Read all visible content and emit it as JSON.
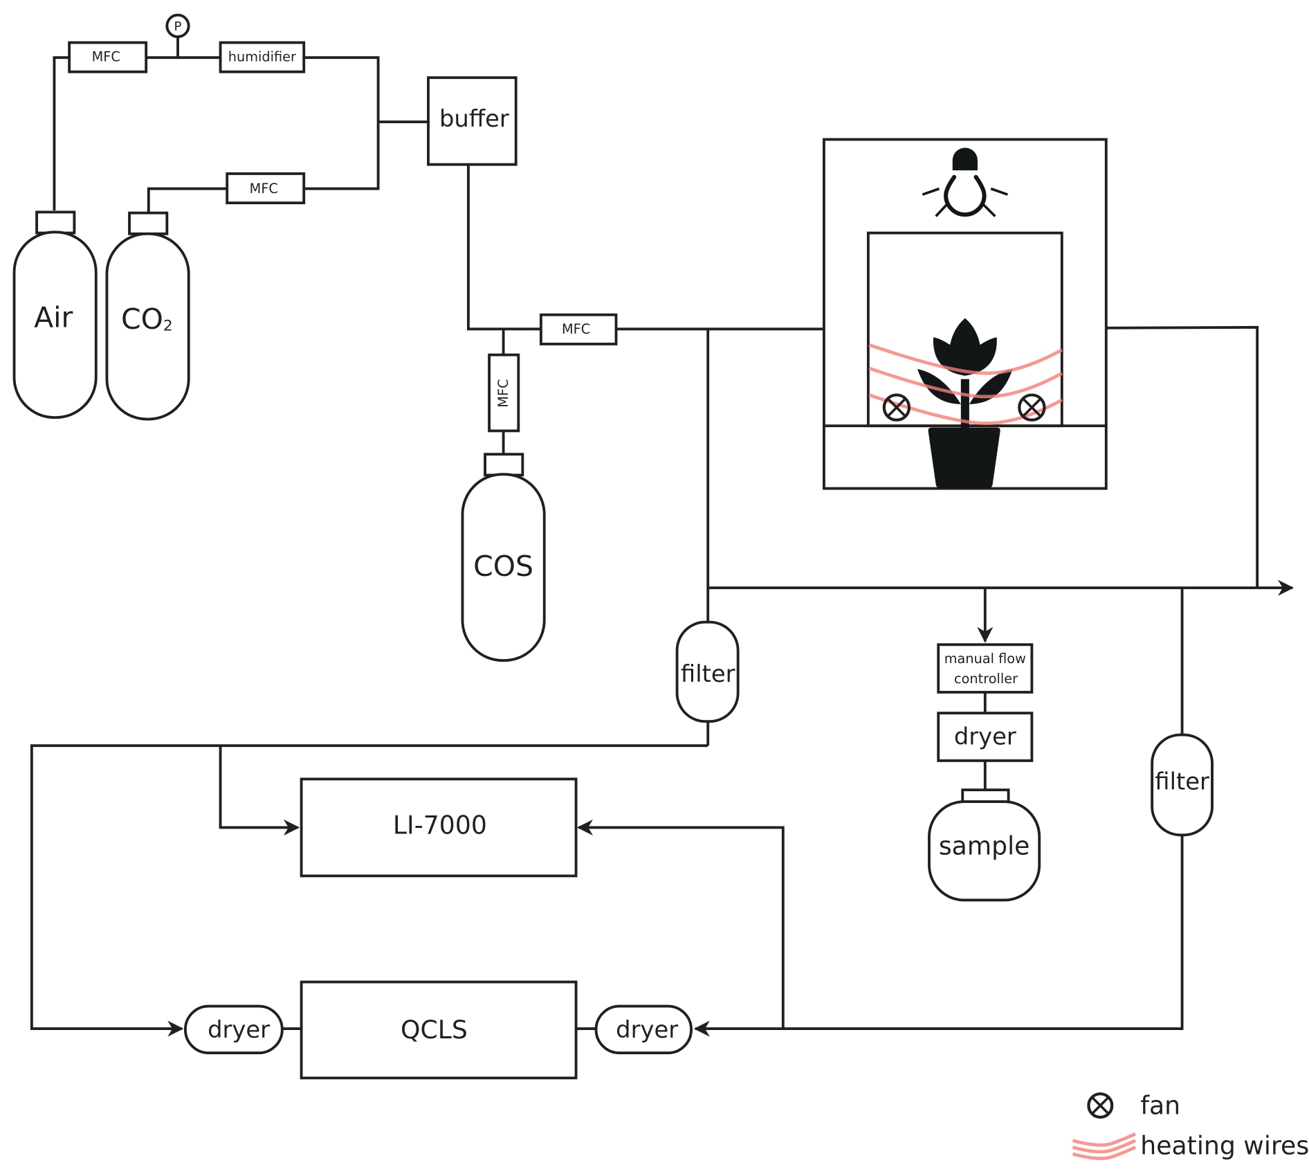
{
  "title": "Gas exchange measurement setup schematic",
  "sources": {
    "air": "Air",
    "co2": "CO",
    "co2_sub": "2",
    "cos": "COS"
  },
  "components": {
    "mfc_air": "MFC",
    "pressure_gauge": "P",
    "humidifier": "humidifier",
    "mfc_co2": "MFC",
    "buffer": "buffer",
    "mfc_main": "MFC",
    "mfc_cos": "MFC",
    "filter_left": "filter",
    "filter_right": "filter",
    "manual_flow_controller_line1": "manual flow",
    "manual_flow_controller_line2": "controller",
    "dryer_sample": "dryer",
    "sample": "sample",
    "li7000": "LI-7000",
    "qcls": "QCLS",
    "dryer_left": "dryer",
    "dryer_right": "dryer"
  },
  "chamber": {
    "light": "light-bulb",
    "plant": "potted-plant",
    "fans": 2,
    "heating_wires": 3
  },
  "legend": {
    "fan": "fan",
    "heating_wires": "heating wires"
  },
  "colors": {
    "line": "#231f20",
    "heating_wire": "#f08078",
    "plant": "#121616"
  }
}
